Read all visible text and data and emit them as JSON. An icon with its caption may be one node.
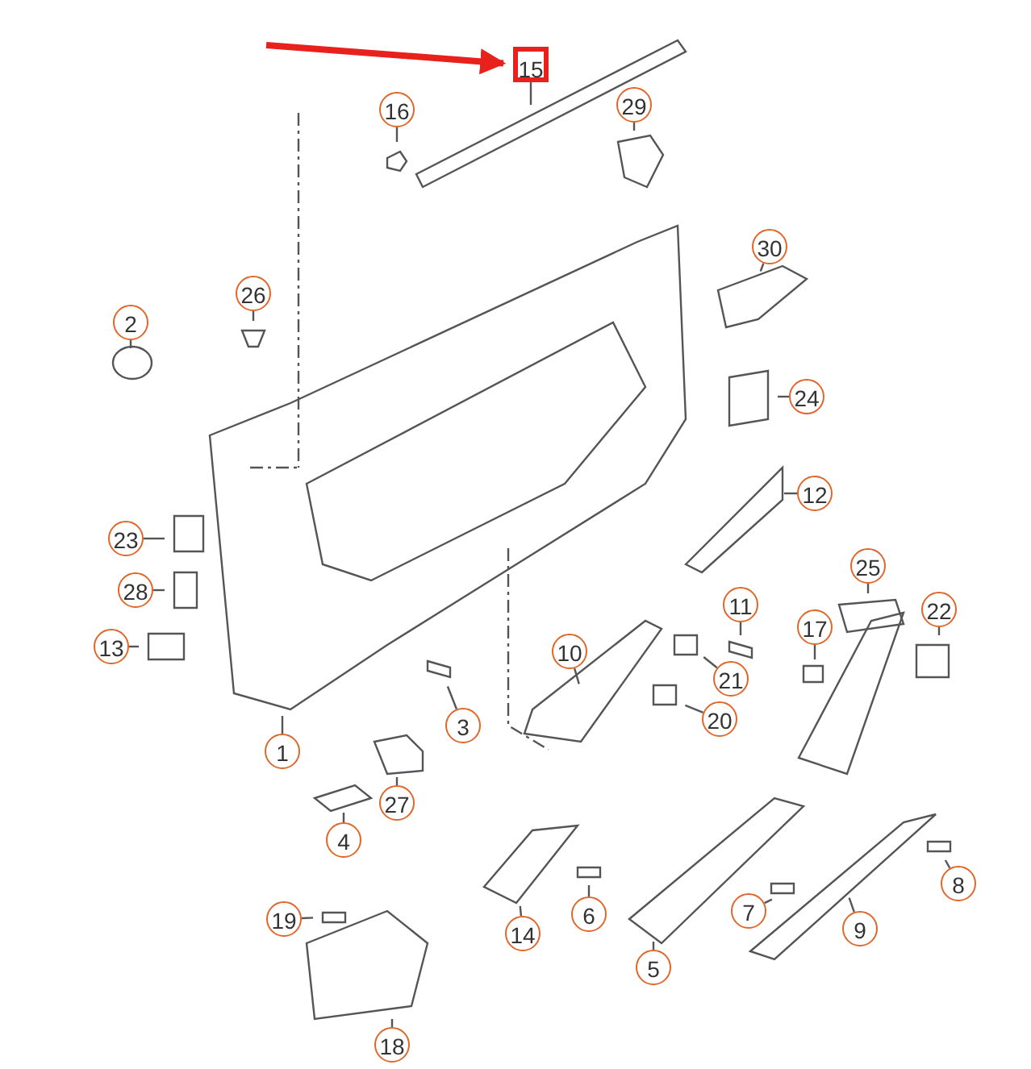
{
  "diagram": {
    "nodes": [
      {
        "text": [
          "15"
        ]
      },
      {
        "text": [
          "16"
        ]
      },
      {
        "text": [
          "29"
        ]
      },
      {
        "text": [
          "30"
        ]
      },
      {
        "text": [
          "26"
        ]
      },
      {
        "text": [
          "2"
        ]
      },
      {
        "text": [
          "24"
        ]
      },
      {
        "text": [
          "12"
        ]
      },
      {
        "text": [
          "23"
        ]
      },
      {
        "text": [
          "28"
        ]
      },
      {
        "text": [
          "25"
        ]
      },
      {
        "text": [
          "11"
        ]
      },
      {
        "text": [
          "22"
        ]
      },
      {
        "text": [
          "13"
        ]
      },
      {
        "text": [
          "17"
        ]
      },
      {
        "text": [
          "10"
        ]
      },
      {
        "text": [
          "21"
        ]
      },
      {
        "text": [
          "3"
        ]
      },
      {
        "text": [
          "20"
        ]
      },
      {
        "text": [
          "1"
        ]
      },
      {
        "text": [
          "27"
        ]
      },
      {
        "text": [
          "4"
        ]
      },
      {
        "text": [
          "8"
        ]
      },
      {
        "text": [
          "6"
        ]
      },
      {
        "text": [
          "7"
        ]
      },
      {
        "text": [
          "14"
        ]
      },
      {
        "text": [
          "9"
        ]
      },
      {
        "text": [
          "5"
        ]
      },
      {
        "text": [
          "19"
        ]
      },
      {
        "text": [
          "18"
        ]
      }
    ],
    "edges": [
      {
        "from": null,
        "to": 0,
        "arrow": "to",
        "color": "#e8211d",
        "style": "thick"
      },
      {
        "from": 0,
        "to": null,
        "arrow": "none"
      },
      {
        "from": 1,
        "to": null,
        "arrow": "none"
      },
      {
        "from": 2,
        "to": null,
        "arrow": "none"
      },
      {
        "from": 3,
        "to": null,
        "arrow": "none"
      },
      {
        "from": 4,
        "to": null,
        "arrow": "none"
      },
      {
        "from": 5,
        "to": null,
        "arrow": "none"
      },
      {
        "from": 6,
        "to": null,
        "arrow": "none"
      },
      {
        "from": 7,
        "to": null,
        "arrow": "none"
      },
      {
        "from": 8,
        "to": null,
        "arrow": "none"
      },
      {
        "from": 9,
        "to": null,
        "arrow": "none"
      },
      {
        "from": 10,
        "to": null,
        "arrow": "none"
      },
      {
        "from": 11,
        "to": null,
        "arrow": "none"
      },
      {
        "from": 12,
        "to": null,
        "arrow": "none"
      },
      {
        "from": 13,
        "to": null,
        "arrow": "none"
      },
      {
        "from": 14,
        "to": null,
        "arrow": "none"
      },
      {
        "from": 15,
        "to": null,
        "arrow": "none"
      },
      {
        "from": 16,
        "to": null,
        "arrow": "none"
      },
      {
        "from": 17,
        "to": null,
        "arrow": "none"
      },
      {
        "from": 18,
        "to": null,
        "arrow": "none"
      },
      {
        "from": 19,
        "to": null,
        "arrow": "none"
      },
      {
        "from": 20,
        "to": null,
        "arrow": "none"
      },
      {
        "from": 21,
        "to": null,
        "arrow": "none"
      },
      {
        "from": 22,
        "to": null,
        "arrow": "none"
      },
      {
        "from": 23,
        "to": null,
        "arrow": "none"
      },
      {
        "from": 24,
        "to": null,
        "arrow": "none"
      },
      {
        "from": 25,
        "to": null,
        "arrow": "none"
      },
      {
        "from": 26,
        "to": null,
        "arrow": "none"
      },
      {
        "from": 27,
        "to": null,
        "arrow": "none"
      },
      {
        "from": 28,
        "to": null,
        "arrow": "none"
      },
      {
        "from": 29,
        "to": null,
        "arrow": "none"
      }
    ]
  }
}
